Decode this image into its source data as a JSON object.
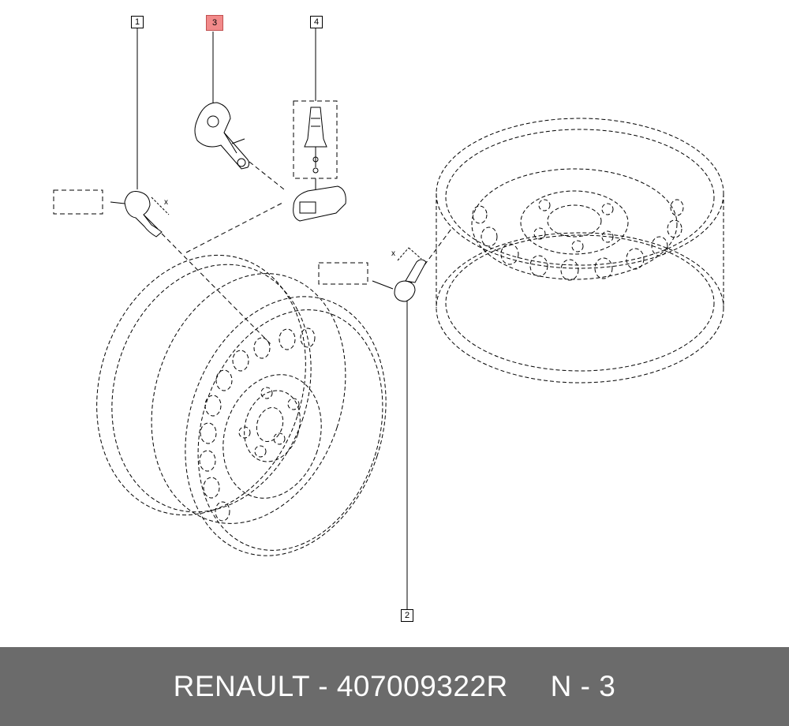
{
  "callouts": {
    "c1": "1",
    "c2": "2",
    "c3": "3",
    "c4": "4"
  },
  "highlight_color": "#f28a8a",
  "dimension_label": "x",
  "footer": {
    "text": "RENAULT - 407009322R     N - 3",
    "background": "#6b6b6b"
  }
}
